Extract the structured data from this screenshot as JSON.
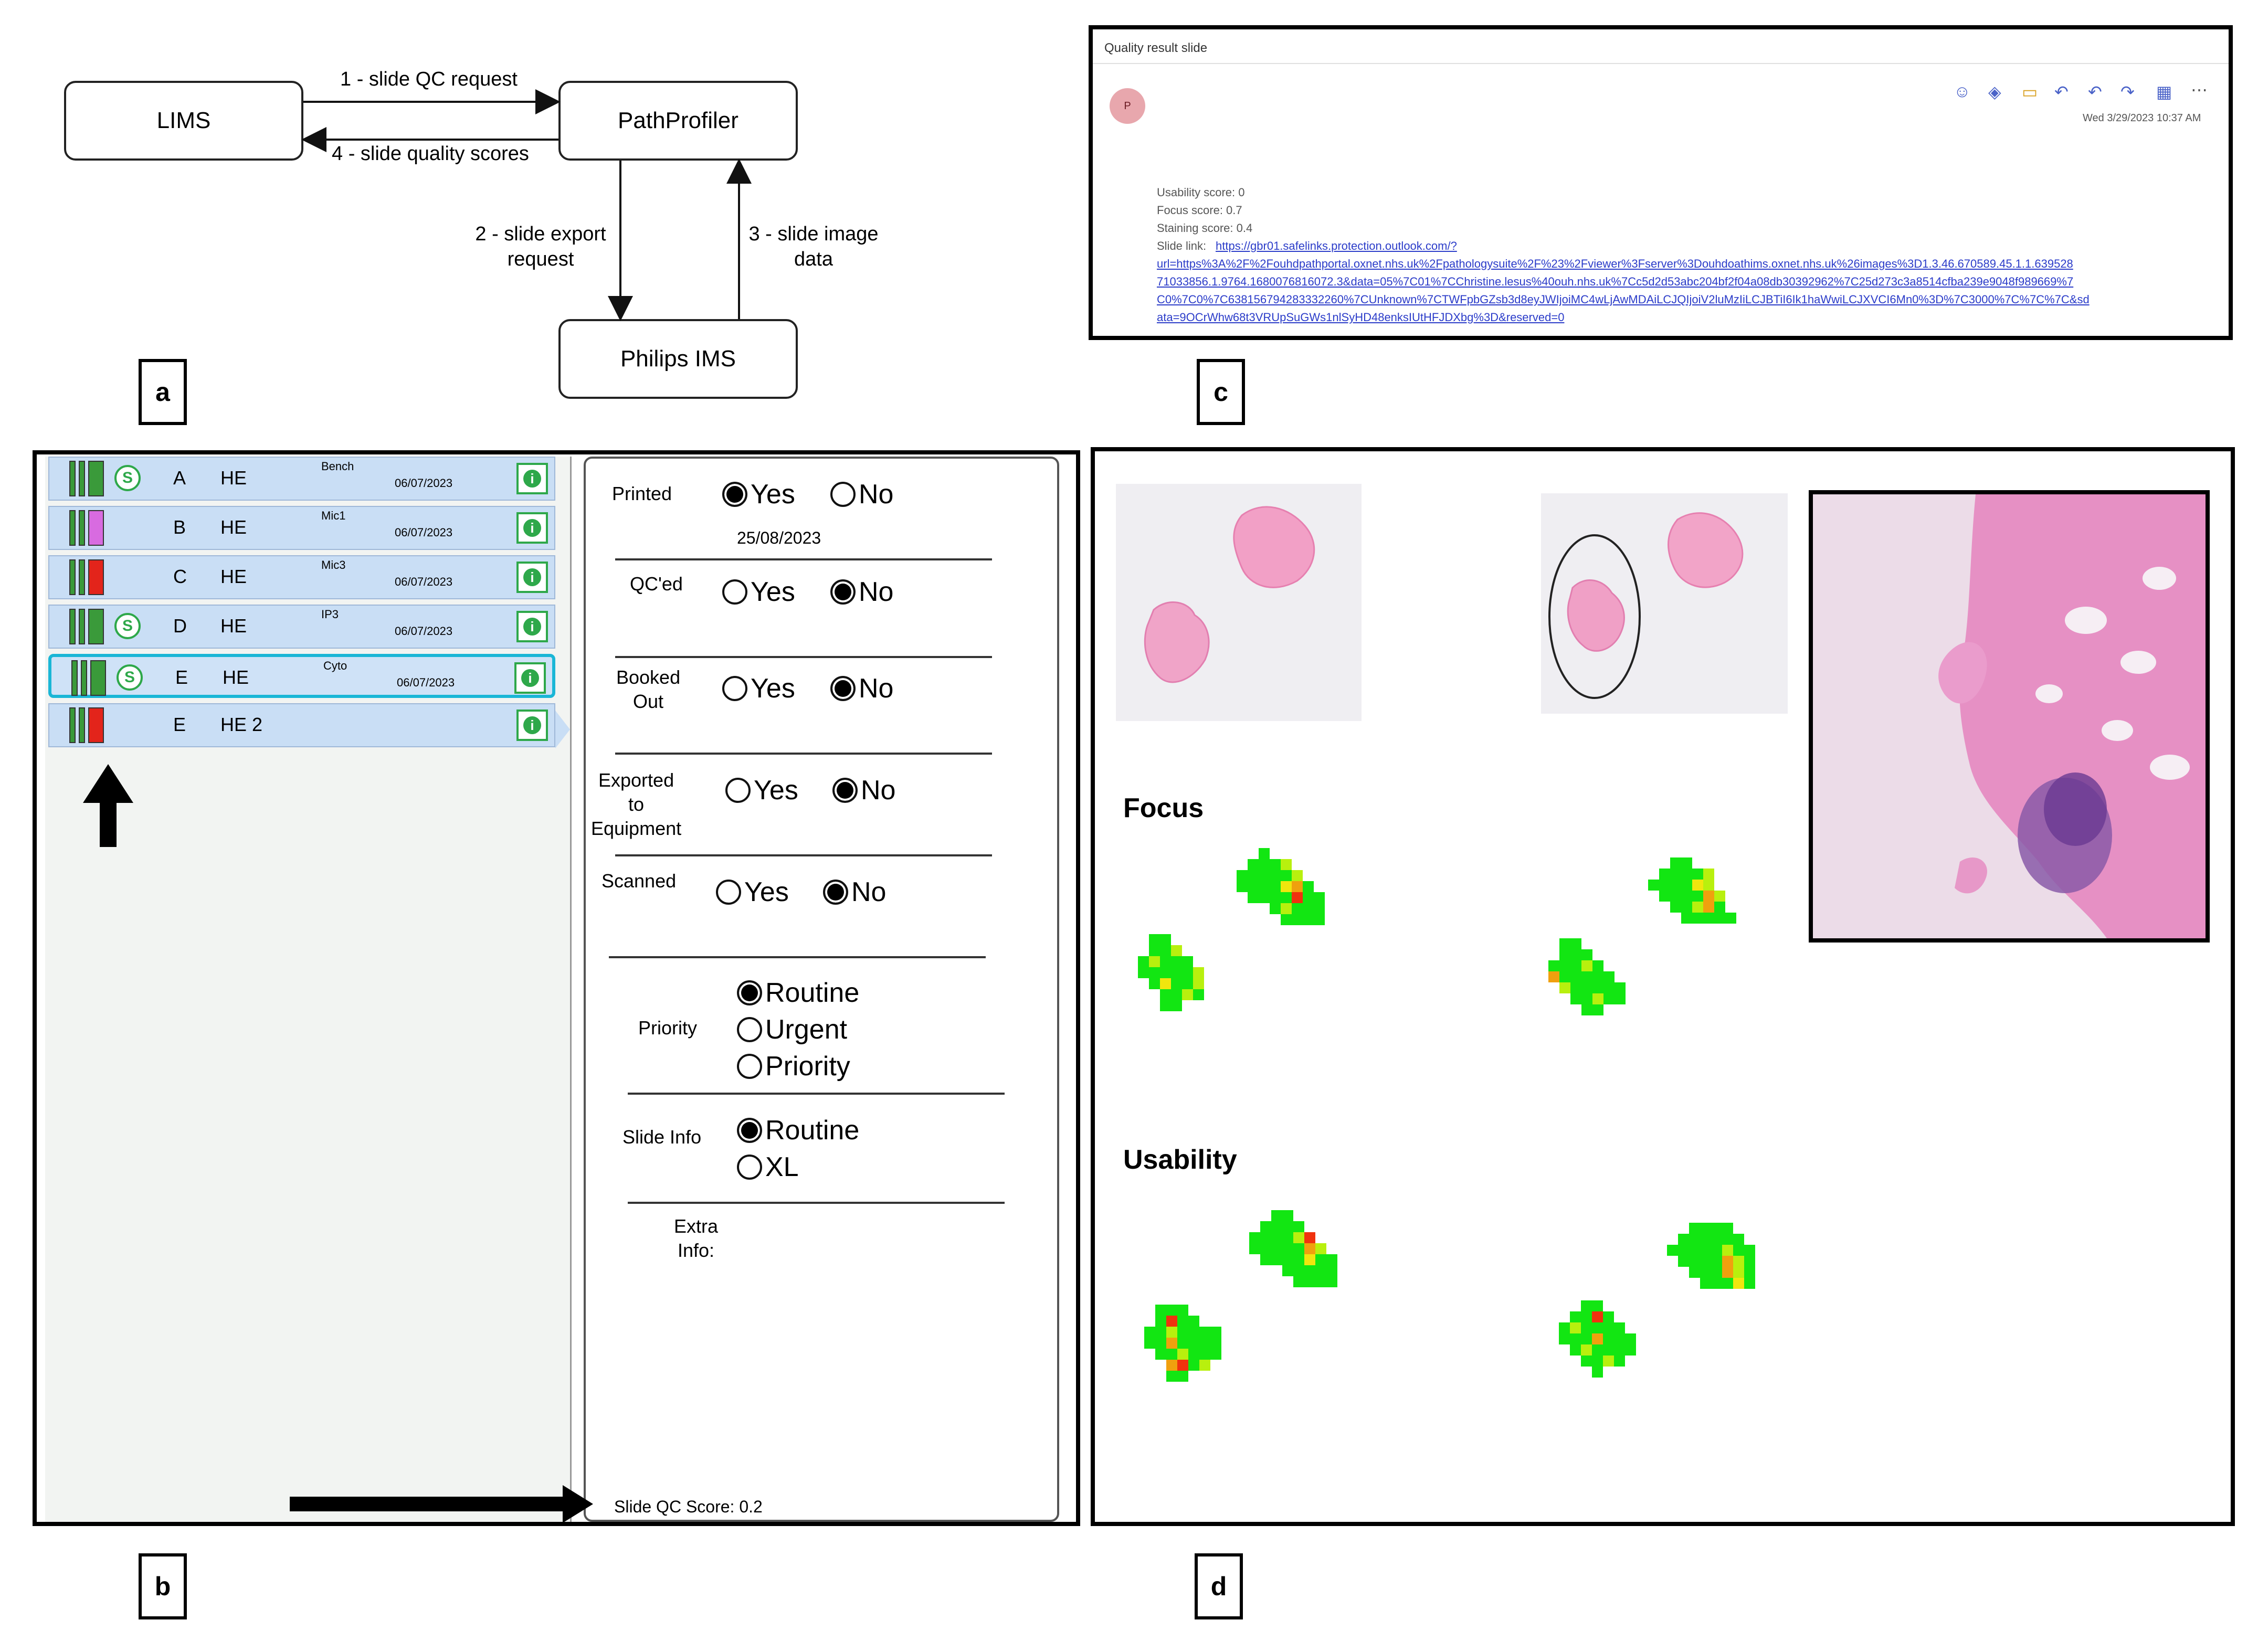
{
  "panel_labels": {
    "a": "a",
    "b": "b",
    "c": "c",
    "d": "d"
  },
  "diagram": {
    "nodes": {
      "lims": "LIMS",
      "pathprofiler": "PathProfiler",
      "ims": "Philips IMS"
    },
    "edges": {
      "e1": "1 - slide QC request",
      "e4": "4 - slide quality scores",
      "e2": "2 - slide export request",
      "e3": "3 - slide image data"
    }
  },
  "slide_list": {
    "rows": [
      {
        "block": "A",
        "stain": "HE",
        "location": "Bench",
        "date": "06/07/2023",
        "status_color": "#3a9a3a",
        "s_icon": true
      },
      {
        "block": "B",
        "stain": "HE",
        "location": "Mic1",
        "date": "06/07/2023",
        "status_color": "#d86be0",
        "s_icon": false
      },
      {
        "block": "C",
        "stain": "HE",
        "location": "Mic3",
        "date": "06/07/2023",
        "status_color": "#e3241b",
        "s_icon": false
      },
      {
        "block": "D",
        "stain": "HE",
        "location": "IP3",
        "date": "06/07/2023",
        "status_color": "#3a9a3a",
        "s_icon": true
      },
      {
        "block": "E",
        "stain": "HE",
        "location": "Cyto",
        "date": "06/07/2023",
        "status_color": "#3a9a3a",
        "s_icon": true
      },
      {
        "block": "E",
        "stain": "HE 2",
        "location": "",
        "date": "",
        "status_color": "#e3241b",
        "s_icon": false
      }
    ],
    "s_letter": "S",
    "info_glyph": "i"
  },
  "slide_form": {
    "printed_label": "Printed",
    "printed_date": "25/08/2023",
    "qced_label": "QC'ed",
    "booked_out_label": "Booked\nOut",
    "exported_label": "Exported\nto\nEquipment",
    "scanned_label": "Scanned",
    "yes": "Yes",
    "no": "No",
    "priority_label": "Priority",
    "priority_options": [
      "Routine",
      "Urgent",
      "Priority"
    ],
    "slide_info_label": "Slide Info",
    "slide_info_options": [
      "Routine",
      "XL"
    ],
    "extra_info_label": "Extra\nInfo:",
    "qc_score": "Slide QC Score: 0.2"
  },
  "email": {
    "subject": "Quality result slide",
    "avatar_initial": "P",
    "date": "Wed 3/29/2023 10:37 AM",
    "usability": "Usability score: 0",
    "focus": "Focus score: 0.7",
    "staining": "Staining score: 0.4",
    "link_label": "Slide link:",
    "link_lines": [
      "https://gbr01.safelinks.protection.outlook.com/?",
      "url=https%3A%2F%2Fouhdpathportal.oxnet.nhs.uk%2Fpathologysuite%2F%23%2Fviewer%3Fserver%3Douhdoathims.oxnet.nhs.uk%26images%3D1.3.46.670589.45.1.1.639528",
      "71033856.1.9764.1680076816072.3&data=05%7C01%7CChristine.lesus%40ouh.nhs.uk%7Cc5d2d53abc204bf2f04a08db30392962%7C25d273c3a8514cfba239e9048f989669%7",
      "C0%7C0%7C638156794283332260%7CUnknown%7CTWFpbGZsb3d8eyJWIjoiMC4wLjAwMDAiLCJQIjoiV2luMzIiLCJBTiI6Ik1haWwiLCJXVCI6Mn0%3D%7C3000%7C%7C%7C&sd",
      "ata=9OCrWhw68t3VRUpSuGWs1nlSyHD48enksIUtHFJDXbg%3D&reserved=0"
    ]
  },
  "heatmaps": {
    "focus_title": "Focus",
    "usability_title": "Usability"
  },
  "colors": {
    "green": "#12e612",
    "yellow_green": "#b8f00e",
    "yellow": "#f0e60e",
    "orange": "#f0a00e",
    "red": "#f0320e"
  }
}
